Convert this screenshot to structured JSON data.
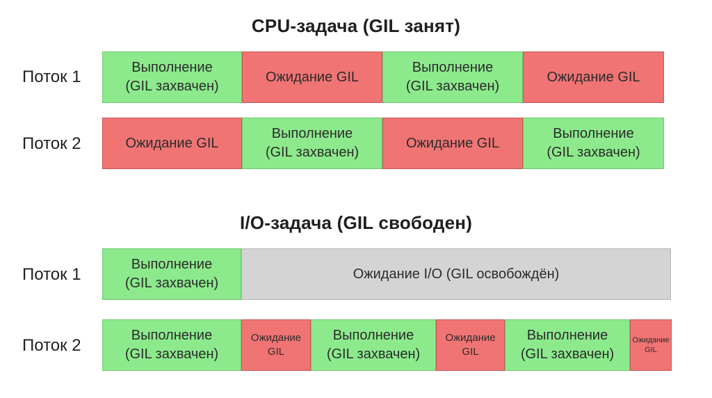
{
  "cpu": {
    "title": "CPU-задача (GIL занят)",
    "thread1": {
      "label": "Поток 1",
      "segments": [
        "Выполнение\n(GIL захвачен)",
        "Ожидание GIL",
        "Выполнение\n(GIL захвачен)",
        "Ожидание GIL"
      ]
    },
    "thread2": {
      "label": "Поток 2",
      "segments": [
        "Ожидание GIL",
        "Выполнение\n(GIL захвачен)",
        "Ожидание GIL",
        "Выполнение\n(GIL захвачен)"
      ]
    }
  },
  "io": {
    "title": "I/O-задача (GIL свободен)",
    "thread1": {
      "label": "Поток 1",
      "segments": [
        "Выполнение\n(GIL захвачен)",
        "Ожидание I/O (GIL освобождён)"
      ]
    },
    "thread2": {
      "label": "Поток 2",
      "segments": [
        "Выполнение\n(GIL захвачен)",
        "Ожидание\nGIL",
        "Выполнение\n(GIL захвачен)",
        "Ожидание\nGIL",
        "Выполнение\n(GIL захвачен)",
        "Ожидание\nGIL"
      ]
    }
  },
  "colors": {
    "running": "#8cea8c",
    "waiting_gil": "#f07474",
    "waiting_io": "#d4d4d4"
  }
}
